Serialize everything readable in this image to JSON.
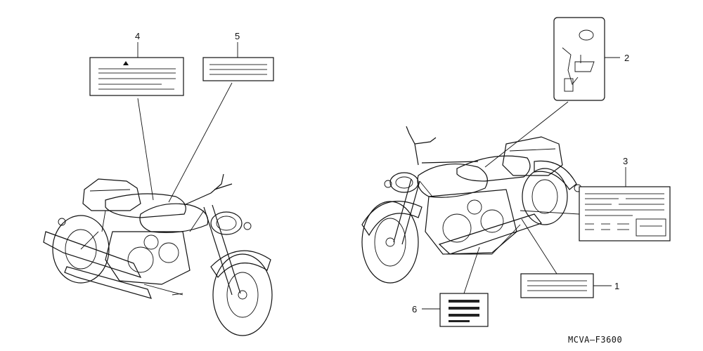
{
  "callouts": {
    "c1": "1",
    "c2": "2",
    "c3": "3",
    "c4": "4",
    "c5": "5",
    "c6": "6"
  },
  "diagram_code": "MCVA—F3600"
}
